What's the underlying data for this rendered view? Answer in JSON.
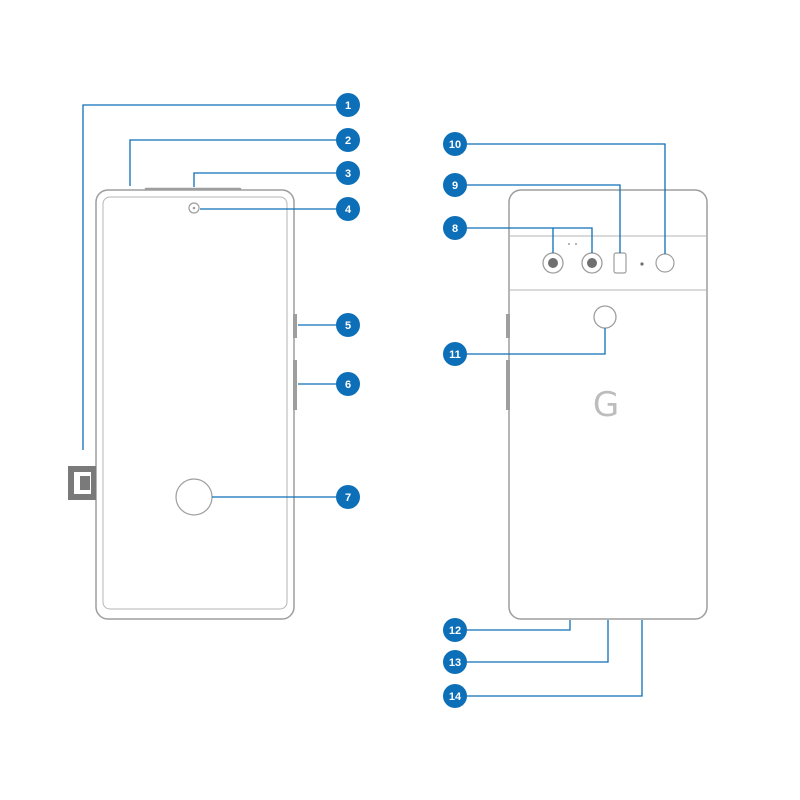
{
  "colors": {
    "callout": "#0d6fb8",
    "outline": "#9e9e9e",
    "detail": "#b5b5b5",
    "sim_tray": "#7a7a7a",
    "logo": "#bdbdbd"
  },
  "callouts": [
    "1",
    "2",
    "3",
    "4",
    "5",
    "6",
    "7",
    "8",
    "9",
    "10",
    "11",
    "12",
    "13",
    "14"
  ],
  "back_logo": "G"
}
